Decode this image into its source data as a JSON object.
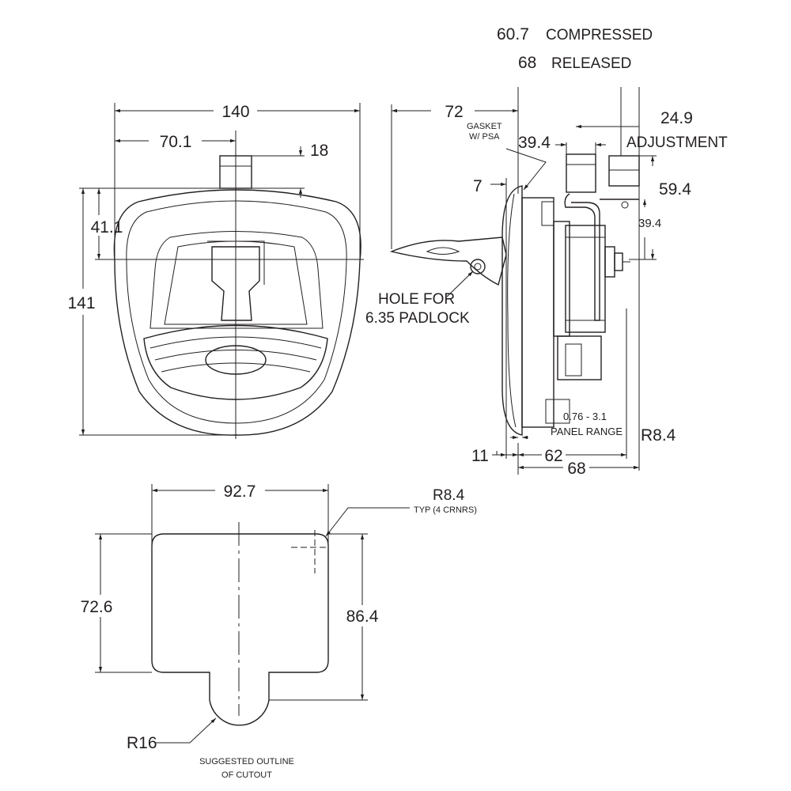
{
  "front_view": {
    "width_overall": "140",
    "width_to_center": "70.1",
    "knob_height": "18",
    "center_from_top": "41.1",
    "height_overall": "141"
  },
  "side_view": {
    "compressed_value": "60.7",
    "compressed_label": "COMPRESSED",
    "released_value": "68",
    "released_label": "RELEASED",
    "handle_length": "72",
    "gasket_label_line1": "GASKET",
    "gasket_label_line2": "W/ PSA",
    "dim_39_4_top": "39.4",
    "adjustment_value": "24.9",
    "adjustment_label": "ADJUSTMENT",
    "dim_7": "7",
    "dim_59_4": "59.4",
    "dim_39_4_right": "39.4",
    "padlock_line1": "HOLE FOR",
    "padlock_line2": "6.35 PADLOCK",
    "panel_range_value": "0.76 - 3.1",
    "panel_range_label": "PANEL RANGE",
    "radius_right": "R8.4",
    "dim_11": "11",
    "dim_62": "62",
    "dim_68": "68"
  },
  "cutout": {
    "width": "92.7",
    "corner_radius": "R8.4",
    "corner_note": "TYP (4 CRNRS)",
    "height_main": "72.6",
    "height_total": "86.4",
    "tab_radius": "R16",
    "caption_line1": "SUGGESTED OUTLINE",
    "caption_line2": "OF CUTOUT"
  }
}
